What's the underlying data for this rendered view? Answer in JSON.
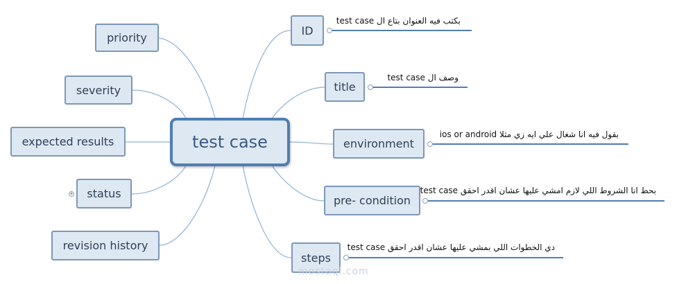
{
  "diagram": {
    "center": "test case",
    "left_nodes": [
      {
        "label": "priority"
      },
      {
        "label": "severity"
      },
      {
        "label": "expected results"
      },
      {
        "label": "status"
      },
      {
        "label": "revision history"
      }
    ],
    "right_nodes": [
      {
        "label": "ID",
        "note": "بكتب فيه العنوان بتاع ال test case"
      },
      {
        "label": "title",
        "note": "وصف ال test case"
      },
      {
        "label": "environment",
        "note": "بقول فيه انا شغال علي ايه زي مثلا ios or android"
      },
      {
        "label": "pre- condition",
        "note": "بحط انا الشروط اللي لازم امشي عليها عشان اقدر احقق test case"
      },
      {
        "label": "steps",
        "note": "دي الخطوات اللي بمشي عليها عشان اقدر احقق test case"
      }
    ],
    "watermark": "mostaql.com"
  },
  "colors": {
    "node_fill": "#dde8f3",
    "node_border": "#7c97b6",
    "center_border": "#4f7db3",
    "connector": "#8fb2d2",
    "note_underline": "#4f7db3"
  }
}
